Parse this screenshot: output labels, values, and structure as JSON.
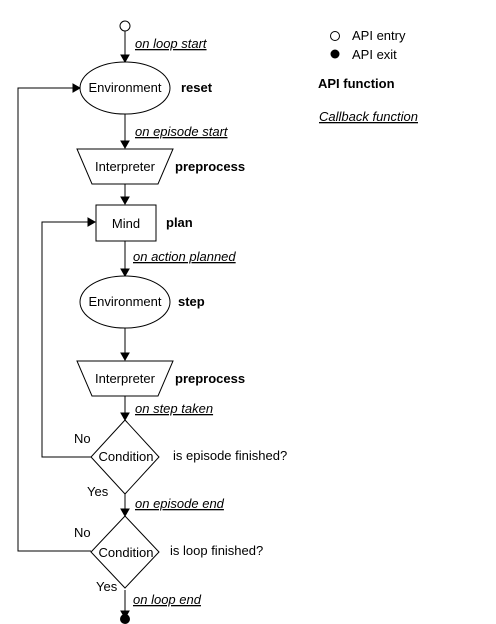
{
  "legend": {
    "entry": "API entry",
    "exit": "API exit",
    "api_function": "API function",
    "callback_function": "Callback function"
  },
  "nodes": {
    "env_reset": "Environment",
    "interpreter_1": "Interpreter",
    "mind": "Mind",
    "env_step": "Environment",
    "interpreter_2": "Interpreter",
    "condition_1": "Condition",
    "condition_2": "Condition"
  },
  "api_functions": {
    "reset": "reset",
    "preprocess_1": "preprocess",
    "plan": "plan",
    "step": "step",
    "preprocess_2": "preprocess"
  },
  "callbacks": {
    "loop_start": "on loop start",
    "episode_start": "on episode start",
    "action_planned": "on action planned",
    "step_taken": "on step taken",
    "episode_end": "on episode end",
    "loop_end": "on loop end"
  },
  "conditions": {
    "episode_finished": "is episode finished?",
    "loop_finished": "is loop finished?"
  },
  "branches": {
    "no_1": "No",
    "yes_1": "Yes",
    "no_2": "No",
    "yes_2": "Yes"
  }
}
